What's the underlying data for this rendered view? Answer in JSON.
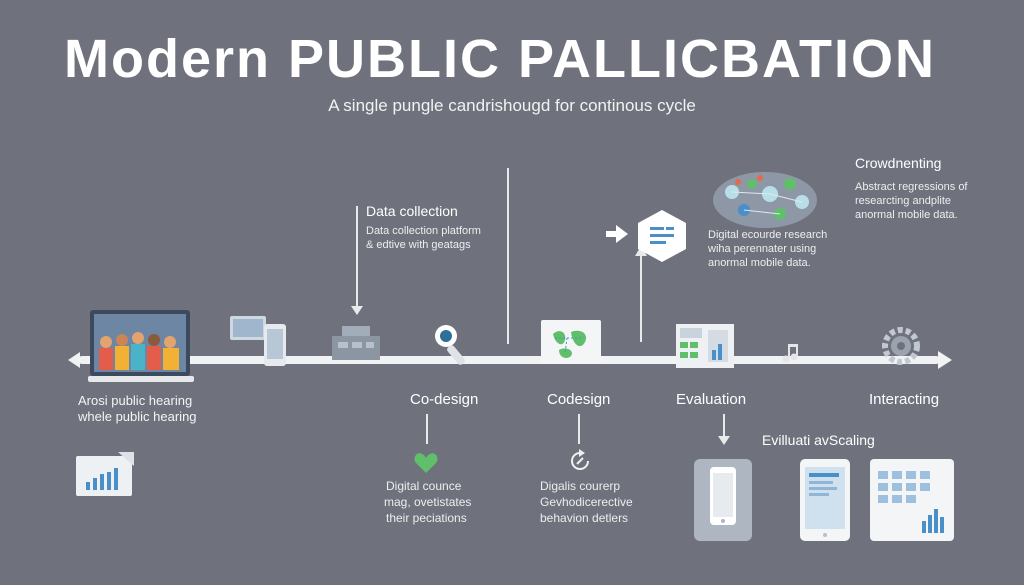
{
  "header": {
    "title": "Modern PUBLIC PALLICBATION",
    "subtitle": "A single pungle candrishougd for continous cycle"
  },
  "top_annotations": {
    "data_collection": {
      "heading": "Data collection",
      "line1": "Data collection platform",
      "line2": "& edtive with geatags"
    },
    "digital_research": {
      "line1": "Digital ecourde research",
      "line2": "wiha perennater using",
      "line3": "anormal mobile data."
    },
    "crowdnenting": {
      "heading": "Crowdnenting",
      "line1": "Abstract regressions of",
      "line2": "researcting andplite",
      "line3": "anormal mobile data."
    }
  },
  "stages": {
    "public_hearing": {
      "line1": "Arosi public hearing",
      "line2": "whele public hearing"
    },
    "codesign_1": "Co-design",
    "codesign_2": "Codesign",
    "evaluation": "Evaluation",
    "interacting": "Interacting"
  },
  "bottom_annotations": {
    "digital_counce": {
      "line1": "Digital counce",
      "line2": "mag, ovetistates",
      "line3": "their peciations"
    },
    "digalis": {
      "line1": "Digalis courerp",
      "line2": "Gevhodicerective",
      "line3": "behavion detlers"
    },
    "evaluati_label": "Evilluati avScaling"
  },
  "colors": {
    "background": "#6f727d",
    "accent_green": "#5fbf6a",
    "accent_blue": "#4a8fc8",
    "light": "#f1f2f4"
  }
}
